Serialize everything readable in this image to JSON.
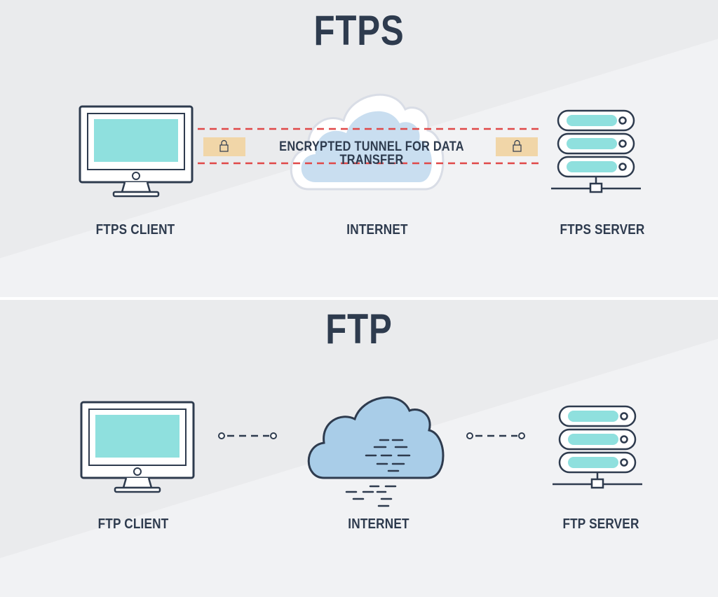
{
  "colors": {
    "stroke": "#2e3b4e",
    "screen": "#8fe0de",
    "cloud_light": "#c9def0",
    "cloud_medium": "#a9cde8",
    "tunnel_dash": "#e04848",
    "lock_pad": "#f1d6a8"
  },
  "sections": [
    {
      "title": "FTPS",
      "client_label": "FTPS CLIENT",
      "internet_label": "INTERNET",
      "server_label": "FTPS SERVER",
      "tunnel_label": "ENCRYPTED TUNNEL FOR DATA TRANSFER",
      "icons": [
        "monitor-icon",
        "cloud-icon",
        "lock-icon",
        "server-rack-icon"
      ]
    },
    {
      "title": "FTP",
      "client_label": "FTP CLIENT",
      "internet_label": "INTERNET",
      "server_label": "FTP SERVER",
      "icons": [
        "monitor-icon",
        "cloud-icon",
        "dashed-connection-icon",
        "server-rack-icon"
      ]
    }
  ]
}
